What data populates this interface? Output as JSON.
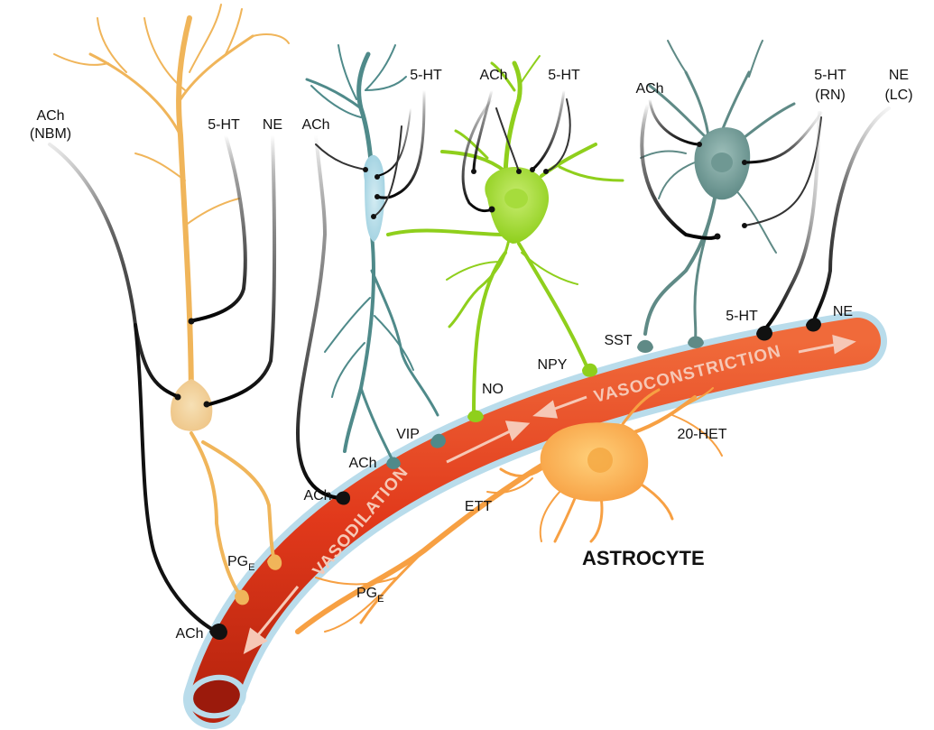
{
  "labels": {
    "ach_nbm_1": "ACh",
    "ach_nbm_2": "(NBM)",
    "ht_a": "5-HT",
    "ne_a": "NE",
    "ach_b": "ACh",
    "ht_b": "5-HT",
    "ach_c": "ACh",
    "ht_c": "5-HT",
    "ach_d": "ACh",
    "ht_rn_1": "5-HT",
    "ht_rn_2": "(RN)",
    "ne_lc_1": "NE",
    "ne_lc_2": "(LC)",
    "ht_term": "5-HT",
    "ne_term": "NE",
    "sst": "SST",
    "npy": "NPY",
    "no": "NO",
    "vip": "VIP",
    "ach_vip": "ACh",
    "ach_vessel": "ACh",
    "pge_upper": "PG",
    "pge_upper_sub": "E",
    "pge_lower": "PG",
    "pge_lower_sub": "E",
    "ach_bottom": "ACh",
    "ett": "ETT",
    "het": "20-HET",
    "astrocyte": "ASTROCYTE",
    "vasodilation": "VASODILATION",
    "vasoconstriction": "VASOCONSTRICTION"
  },
  "colors": {
    "pyramidal": "#f0b55a",
    "pyramidal_soma": "#f2d29a",
    "vip_interneuron": "#4f8a8a",
    "vip_soma": "#a9d8e6",
    "npy_interneuron": "#8fcf1c",
    "sst_interneuron": "#5f8a86",
    "astrocyte": "#f7a043",
    "vessel": "#e1391b",
    "vessel_highlight": "#b9dceb",
    "arrow": "#f6c8b6"
  }
}
